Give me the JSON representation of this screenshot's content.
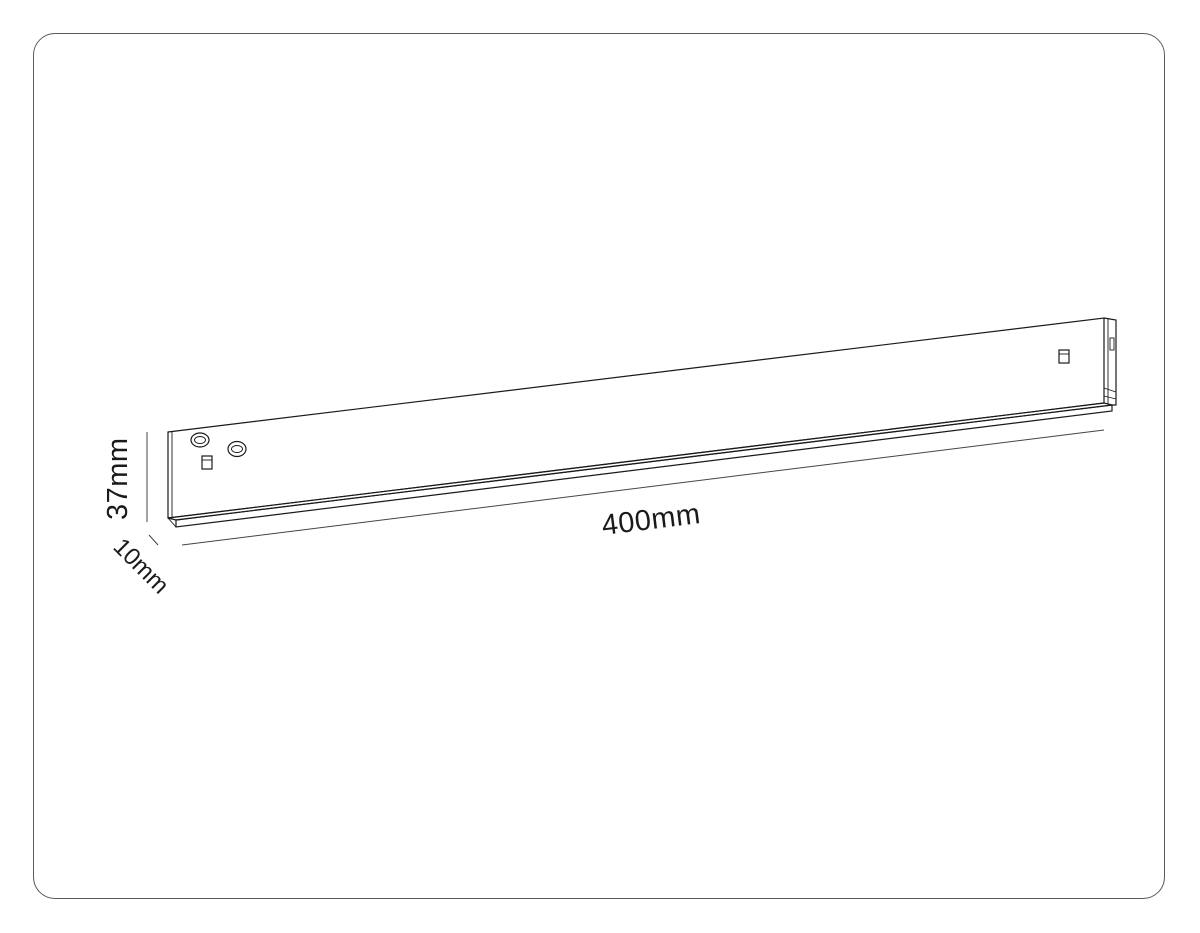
{
  "diagram": {
    "dimensions": {
      "height_label": "37mm",
      "length_label": "400mm",
      "depth_label": "10mm"
    }
  }
}
